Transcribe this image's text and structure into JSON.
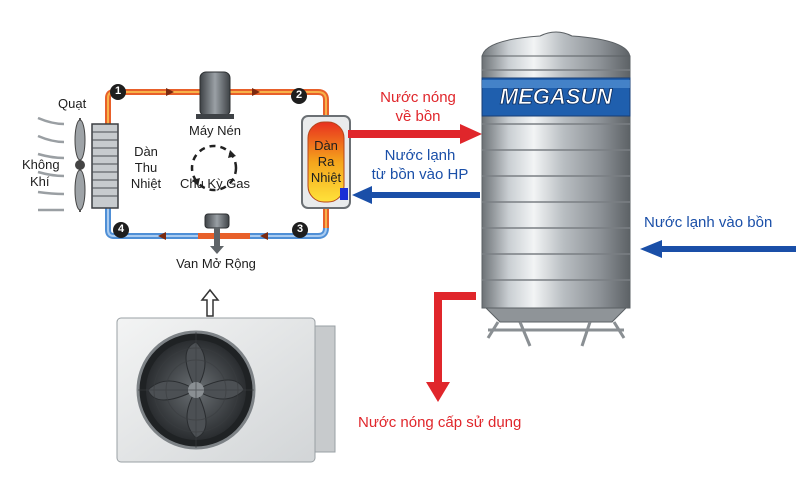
{
  "cycle": {
    "fan": "Quạt",
    "air": [
      "Không",
      "Khí"
    ],
    "evaporator": [
      "Dàn",
      "Thu",
      "Nhiệt"
    ],
    "compressor": "Máy Nén",
    "gas_cycle": "Chu Kỳ Gas",
    "condenser": [
      "Dàn",
      "Ra",
      "Nhiệt"
    ],
    "valve": "Van Mở Rộng",
    "points": [
      "1",
      "2",
      "3",
      "4"
    ]
  },
  "flows": {
    "hot_to_tank": [
      "Nước nóng",
      "về bồn"
    ],
    "cold_to_hp": [
      "Nước lạnh",
      "từ bồn vào HP"
    ],
    "cold_in": "Nước lạnh vào bồn",
    "hot_out": "Nước nóng cấp sử dụng"
  },
  "tank": {
    "brand": "MEGASUN"
  },
  "colors": {
    "red": "#e0262b",
    "blue": "#1a4fa8",
    "pipe_hot": "#e8602a",
    "pipe_cold": "#4f8fd6"
  }
}
